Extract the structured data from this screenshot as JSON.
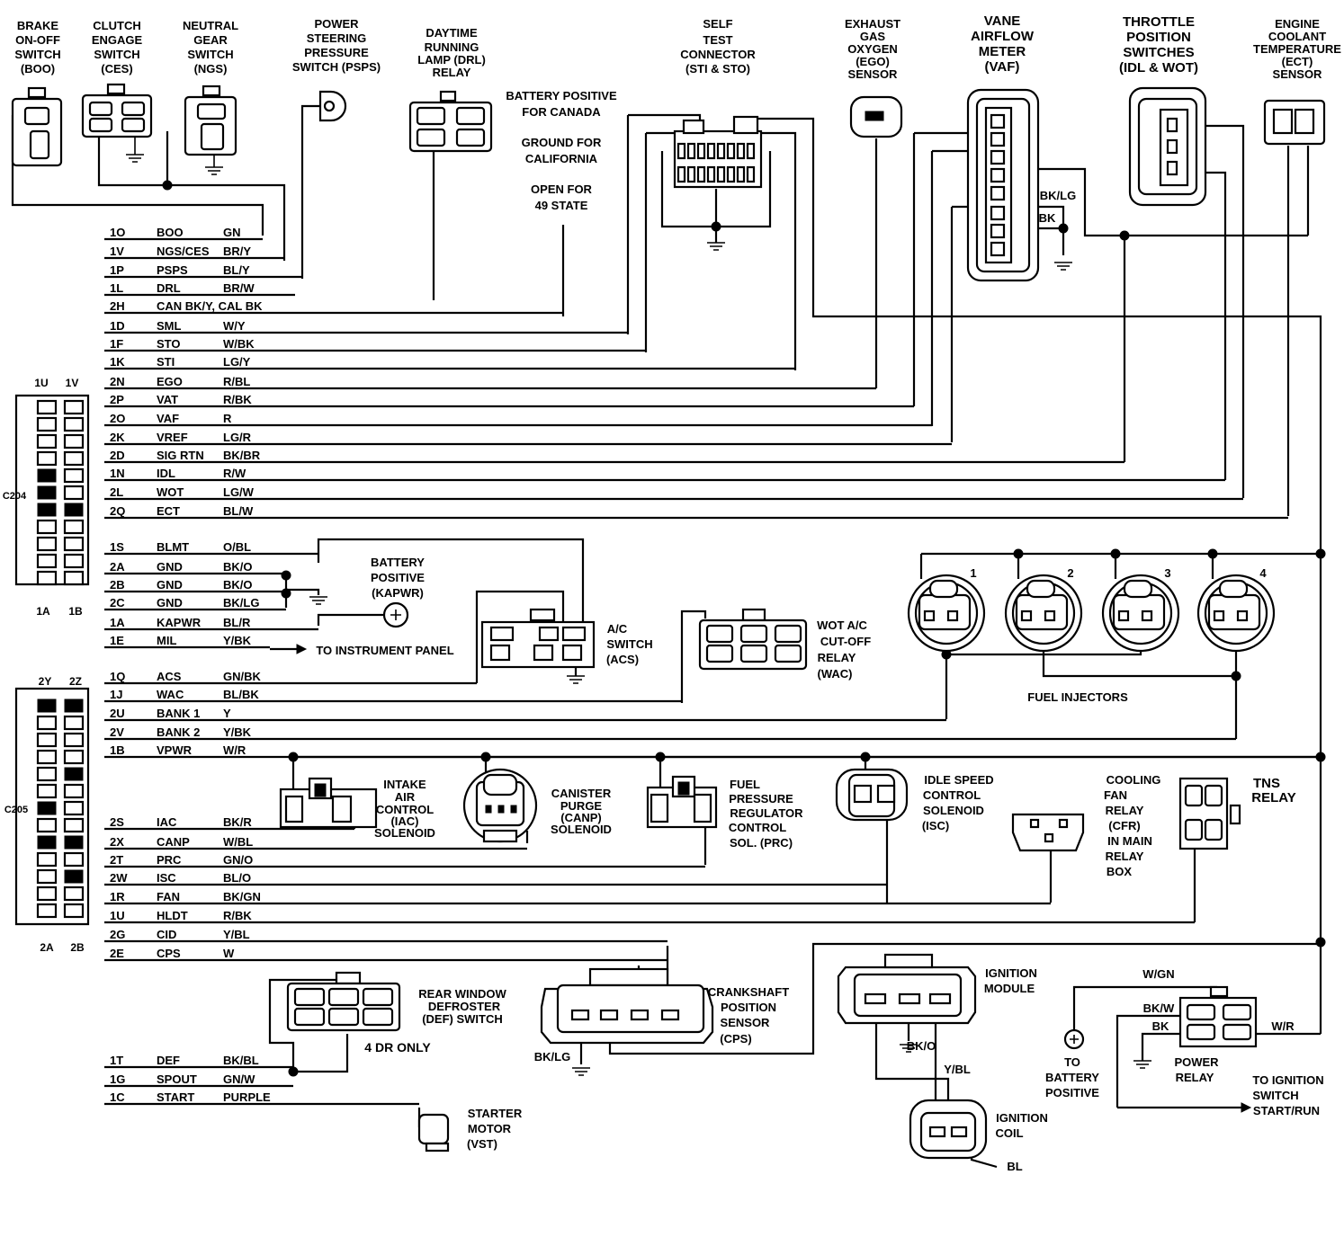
{
  "components": {
    "boo": [
      "BRAKE",
      "ON-OFF",
      "SWITCH",
      "(BOO)"
    ],
    "ces": [
      "CLUTCH",
      "ENGAGE",
      "SWITCH",
      "(CES)"
    ],
    "ngs": [
      "NEUTRAL",
      "GEAR",
      "SWITCH",
      "(NGS)"
    ],
    "psps": [
      "POWER",
      "STEERING",
      "PRESSURE",
      "SWITCH (PSPS)"
    ],
    "drl": [
      "DAYTIME",
      "RUNNING",
      "LAMP (DRL)",
      "RELAY"
    ],
    "drl_notes": [
      "BATTERY POSITIVE",
      "FOR CANADA",
      "GROUND FOR",
      "CALIFORNIA",
      "OPEN FOR",
      "49 STATE"
    ],
    "self_test": [
      "SELF",
      "TEST",
      "CONNECTOR",
      "(STI & STO)"
    ],
    "ego": [
      "EXHAUST",
      "GAS",
      "OXYGEN",
      "(EGO)",
      "SENSOR"
    ],
    "vaf": [
      "VANE",
      "AIRFLOW",
      "METER",
      "(VAF)"
    ],
    "vaf_wires": [
      "BK/LG",
      "BK"
    ],
    "tps": [
      "THROTTLE",
      "POSITION",
      "SWITCHES",
      "(IDL & WOT)"
    ],
    "ect": [
      "ENGINE",
      "COOLANT",
      "TEMPERATURE",
      "(ECT)",
      "SENSOR"
    ],
    "battery_kapwr": [
      "BATTERY",
      "POSITIVE",
      "(KAPWR)"
    ],
    "to_instrument_panel": "TO INSTRUMENT PANEL",
    "acs": [
      "A/C",
      "SWITCH",
      "(ACS)"
    ],
    "wac": [
      "WOT A/C",
      "CUT-OFF",
      "RELAY",
      "(WAC)"
    ],
    "injector_numbers": [
      "1",
      "2",
      "3",
      "4"
    ],
    "fuel_injectors": "FUEL INJECTORS",
    "iac": [
      "INTAKE",
      "AIR",
      "CONTROL",
      "(IAC)",
      "SOLENOID"
    ],
    "canp": [
      "CANISTER",
      "PURGE",
      "(CANP)",
      "SOLENOID"
    ],
    "prc": [
      "FUEL",
      "PRESSURE",
      "REGULATOR",
      "CONTROL",
      "SOL. (PRC)"
    ],
    "isc": [
      "IDLE SPEED",
      "CONTROL",
      "SOLENOID",
      "(ISC)"
    ],
    "cfr": [
      "COOLING",
      "FAN",
      "RELAY",
      "(CFR)",
      "IN MAIN",
      "RELAY",
      "BOX"
    ],
    "tns": [
      "TNS",
      "RELAY"
    ],
    "def": [
      "REAR WINDOW",
      "DEFROSTER",
      "(DEF) SWITCH"
    ],
    "def_note": "4 DR ONLY",
    "cps": [
      "CRANKSHAFT",
      "POSITION",
      "SENSOR",
      "(CPS)"
    ],
    "cps_ground": "BK/LG",
    "ignition_module": [
      "IGNITION",
      "MODULE"
    ],
    "ignition_module_ground": "BK/O",
    "ignition_coil": [
      "IGNITION",
      "COIL"
    ],
    "coil_wires": [
      "Y/BL",
      "BL"
    ],
    "power_relay": [
      "POWER",
      "RELAY"
    ],
    "power_relay_wires": [
      "W/GN",
      "BK/W",
      "BK",
      "W/R"
    ],
    "battery_positive": [
      "TO",
      "BATTERY",
      "POSITIVE"
    ],
    "to_ignition_switch": [
      "TO IGNITION",
      "SWITCH",
      "START/RUN"
    ],
    "starter": [
      "STARTER",
      "MOTOR",
      "(VST)"
    ]
  },
  "connectors": {
    "c204": {
      "name": "C204",
      "top_pins": [
        "1U",
        "1V"
      ],
      "bottom_pins": [
        "1A",
        "1B"
      ]
    },
    "c205": {
      "name": "C205",
      "top_pins": [
        "2Y",
        "2Z"
      ],
      "bottom_pins": [
        "2A",
        "2B"
      ]
    }
  },
  "pins": [
    [
      "1O",
      "BOO",
      "GN"
    ],
    [
      "1V",
      "NGS/CES",
      "BR/Y"
    ],
    [
      "1P",
      "PSPS",
      "BL/Y"
    ],
    [
      "1L",
      "DRL",
      "BR/W"
    ],
    [
      "2H",
      "CAN BK/Y, CAL BK",
      ""
    ],
    [
      "1D",
      "SML",
      "W/Y"
    ],
    [
      "1F",
      "STO",
      "W/BK"
    ],
    [
      "1K",
      "STI",
      "LG/Y"
    ],
    [
      "2N",
      "EGO",
      "R/BL"
    ],
    [
      "2P",
      "VAT",
      "R/BK"
    ],
    [
      "2O",
      "VAF",
      "R"
    ],
    [
      "2K",
      "VREF",
      "LG/R"
    ],
    [
      "2D",
      "SIG RTN",
      "BK/BR"
    ],
    [
      "1N",
      "IDL",
      "R/W"
    ],
    [
      "2L",
      "WOT",
      "LG/W"
    ],
    [
      "2Q",
      "ECT",
      "BL/W"
    ],
    [
      "1S",
      "BLMT",
      "O/BL"
    ],
    [
      "2A",
      "GND",
      "BK/O"
    ],
    [
      "2B",
      "GND",
      "BK/O"
    ],
    [
      "2C",
      "GND",
      "BK/LG"
    ],
    [
      "1A",
      "KAPWR",
      "BL/R"
    ],
    [
      "1E",
      "MIL",
      "Y/BK"
    ],
    [
      "1Q",
      "ACS",
      "GN/BK"
    ],
    [
      "1J",
      "WAC",
      "BL/BK"
    ],
    [
      "2U",
      "BANK 1",
      "Y"
    ],
    [
      "2V",
      "BANK 2",
      "Y/BK"
    ],
    [
      "1B",
      "VPWR",
      "W/R"
    ],
    [
      "2S",
      "IAC",
      "BK/R"
    ],
    [
      "2X",
      "CANP",
      "W/BL"
    ],
    [
      "2T",
      "PRC",
      "GN/O"
    ],
    [
      "2W",
      "ISC",
      "BL/O"
    ],
    [
      "1R",
      "FAN",
      "BK/GN"
    ],
    [
      "1U",
      "HLDT",
      "R/BK"
    ],
    [
      "2G",
      "CID",
      "Y/BL"
    ],
    [
      "2E",
      "CPS",
      "W"
    ],
    [
      "1T",
      "DEF",
      "BK/BL"
    ],
    [
      "1G",
      "SPOUT",
      "GN/W"
    ],
    [
      "1C",
      "START",
      "PURPLE"
    ]
  ]
}
